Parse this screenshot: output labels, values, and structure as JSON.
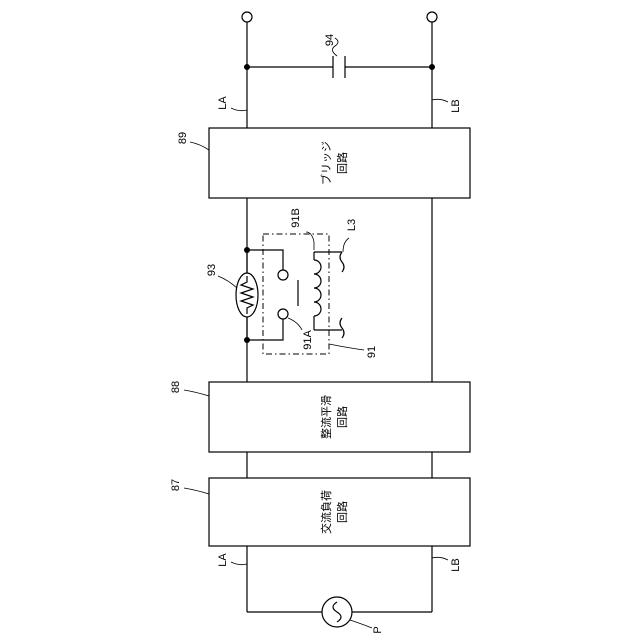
{
  "labels": {
    "cap": "94",
    "la_top": "LA",
    "lb_top": "LB",
    "la_bottom": "LA",
    "lb_bottom": "LB",
    "bridge_ref": "89",
    "rect_ref": "88",
    "load_ref": "87",
    "thermistor_ref": "93",
    "relay_91b": "91B",
    "relay_91a": "91A",
    "relay_91": "91",
    "coil_l3": "L3",
    "source_p": "P"
  },
  "boxes": {
    "bridge": [
      "ブリッジ",
      "回路"
    ],
    "rectifier": [
      "整流平滑",
      "回路"
    ],
    "ac_load": [
      "交流負荷",
      "回路"
    ]
  }
}
